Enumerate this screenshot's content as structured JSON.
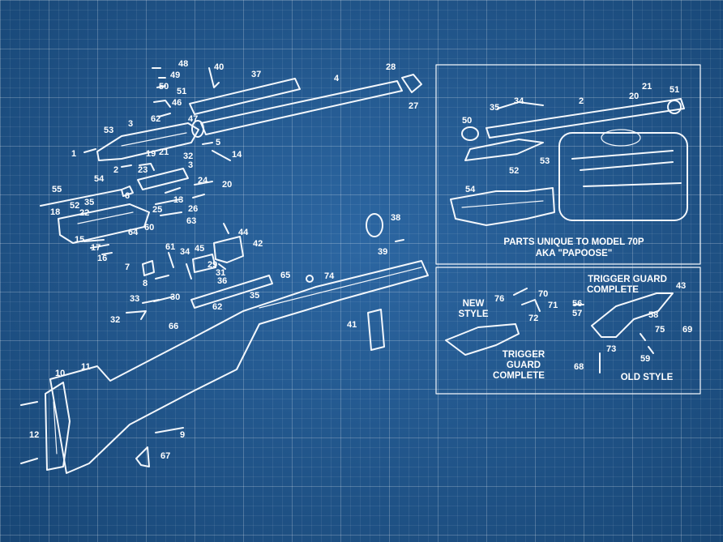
{
  "colors": {
    "background": "#1f5d9c",
    "line": "#f3f7fc"
  },
  "captions": {
    "papoose_line1": "PARTS UNIQUE TO MODEL 70P",
    "papoose_line2": "AKA \"PAPOOSE\"",
    "new_style_1": "NEW",
    "new_style_2": "STYLE",
    "tg_left_1": "TRIGGER",
    "tg_left_2": "GUARD",
    "tg_left_3": "COMPLETE",
    "tg_right_1": "TRIGGER GUARD",
    "tg_right_2": "COMPLETE",
    "old_style": "OLD STYLE"
  },
  "part_labels": {
    "p48": "48",
    "p49": "49",
    "p50": "50",
    "p51": "51",
    "p46": "46",
    "p62": "62",
    "p47": "47",
    "p40": "40",
    "p37": "37",
    "p4": "4",
    "p28": "28",
    "p27": "27",
    "p3": "3",
    "p53": "53",
    "p1": "1",
    "p19": "19",
    "p21": "21",
    "p32": "32",
    "p5": "5",
    "p14": "14",
    "p2": "2",
    "p23": "23",
    "p3b": "3",
    "p54": "54",
    "p24": "24",
    "p6": "6",
    "p20": "20",
    "p55": "55",
    "p13": "13",
    "p18": "18",
    "p52": "52",
    "p35": "35",
    "p22": "22",
    "p25": "25",
    "p26": "26",
    "p60": "60",
    "p63": "63",
    "p64": "64",
    "p15": "15",
    "p17": "17",
    "p16": "16",
    "p44": "44",
    "p42": "42",
    "p61": "61",
    "p45": "45",
    "p38": "38",
    "p39": "39",
    "p7": "7",
    "p34": "34",
    "p29": "29",
    "p31": "31",
    "p8": "8",
    "p36": "36",
    "p65": "65",
    "p74": "74",
    "p33": "33",
    "p30": "30",
    "p62b": "62",
    "p35b": "35",
    "p32b": "32",
    "p66": "66",
    "p41": "41",
    "p10": "10",
    "p11": "11",
    "p12": "12",
    "p9": "9",
    "p67": "67",
    "i21": "21",
    "i51": "51",
    "i20": "20",
    "i2": "2",
    "i34": "34",
    "i35": "35",
    "i50": "50",
    "i53": "53",
    "i52": "52",
    "i54": "54",
    "n76": "76",
    "n70": "70",
    "n71": "71",
    "n72": "72",
    "o43": "43",
    "o56": "56",
    "o57": "57",
    "o58": "58",
    "o75": "75",
    "o69": "69",
    "o73": "73",
    "o59": "59",
    "o68": "68"
  }
}
